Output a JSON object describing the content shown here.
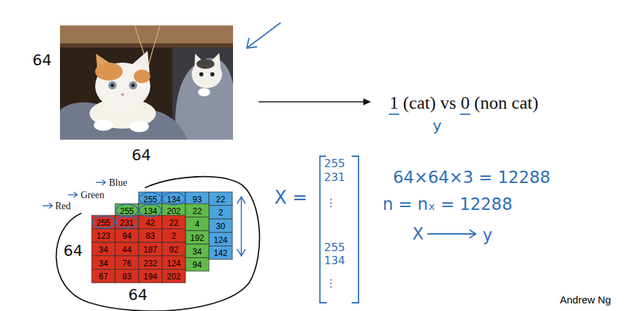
{
  "diagram": {
    "labels": [
      "64",
      "64",
      "1 (cat) vs 0 (non cat)",
      "y",
      "Blue",
      "Green",
      "Red",
      "255",
      "134",
      "93",
      "22",
      "2",
      "30",
      "124",
      "142",
      "255",
      "134",
      "202",
      "22",
      "4",
      "192",
      "34",
      "94",
      "255",
      "231",
      "42",
      "22",
      "123",
      "94",
      "83",
      "2",
      "34",
      "44",
      "187",
      "92",
      "34",
      "76",
      "232",
      "124",
      "67",
      "83",
      "194",
      "202",
      "64",
      "64",
      "X =",
      "255",
      "231",
      "⋮",
      "255",
      "134",
      "⋮",
      "64×64×3 = 12288",
      "n = nₓ = 12288",
      "X",
      "y",
      "Andrew Ng"
    ]
  }
}
